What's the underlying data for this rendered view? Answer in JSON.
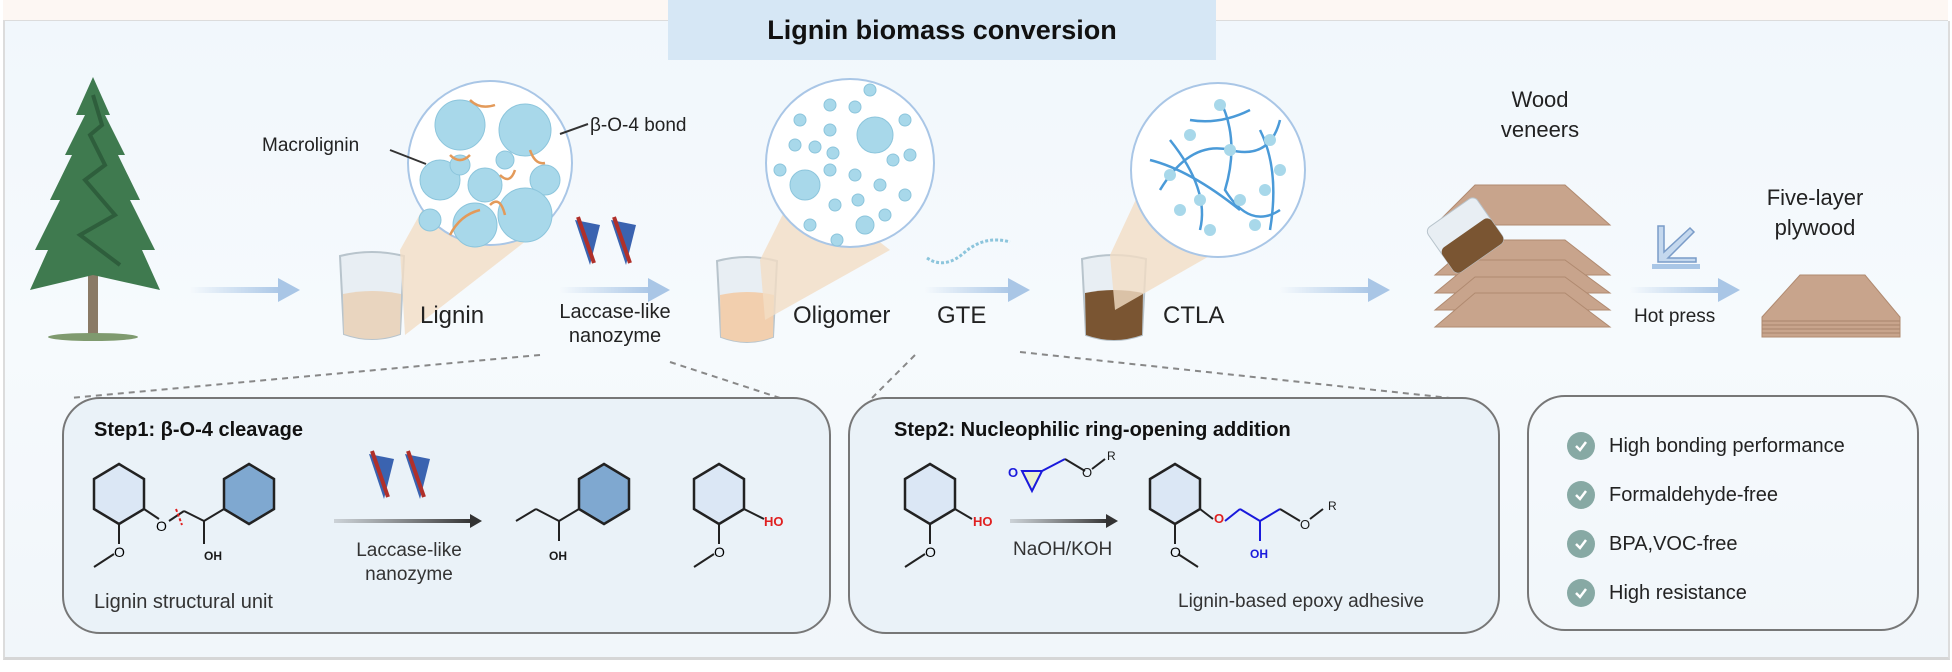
{
  "title": "Lignin biomass conversion",
  "flow": {
    "tree_label": "",
    "lignin": {
      "label": "Lignin",
      "zoom_labels": {
        "macrolignin": "Macrolignin",
        "bond": "β-O-4 bond"
      }
    },
    "catalyst": {
      "label_line1": "Laccase-like",
      "label_line2": "nanozyme"
    },
    "oligomer": {
      "label": "Oligomer"
    },
    "reagent": {
      "label": "GTE"
    },
    "ctla": {
      "label": "CTLA"
    },
    "veneers": {
      "label_line1": "Wood",
      "label_line2": "veneers"
    },
    "press": {
      "label": "Hot press"
    },
    "plywood": {
      "label_line1": "Five-layer",
      "label_line2": "plywood"
    }
  },
  "step1": {
    "title": "Step1: β-O-4 cleavage",
    "reactant_caption": "Lignin structural unit",
    "catalyst_line1": "Laccase-like",
    "catalyst_line2": "nanozyme",
    "oh_label": "OH",
    "product_oh_label": "OH",
    "phenol_label": "HO"
  },
  "step2": {
    "title": "Step2: Nucleophilic ring-opening addition",
    "reactant_label": "HO",
    "epoxide_o": "O",
    "epoxide_r": "R",
    "conditions": "NaOH/KOH",
    "product_oh": "OH",
    "product_r": "R",
    "product_caption": "Lignin-based epoxy adhesive"
  },
  "properties": {
    "items": [
      "High bonding performance",
      "Formaldehyde-free",
      "BPA,VOC-free",
      "High resistance"
    ]
  },
  "colors": {
    "arrow": "#a9c6e6",
    "bubble": "#9fd2e6",
    "bond": "#e39a5a",
    "check": "#87a9a4",
    "veneer": "#c8a48c",
    "ctla_liquid": "#7a5532",
    "highlight_red": "#e02020",
    "highlight_blue": "#1a1adc"
  }
}
